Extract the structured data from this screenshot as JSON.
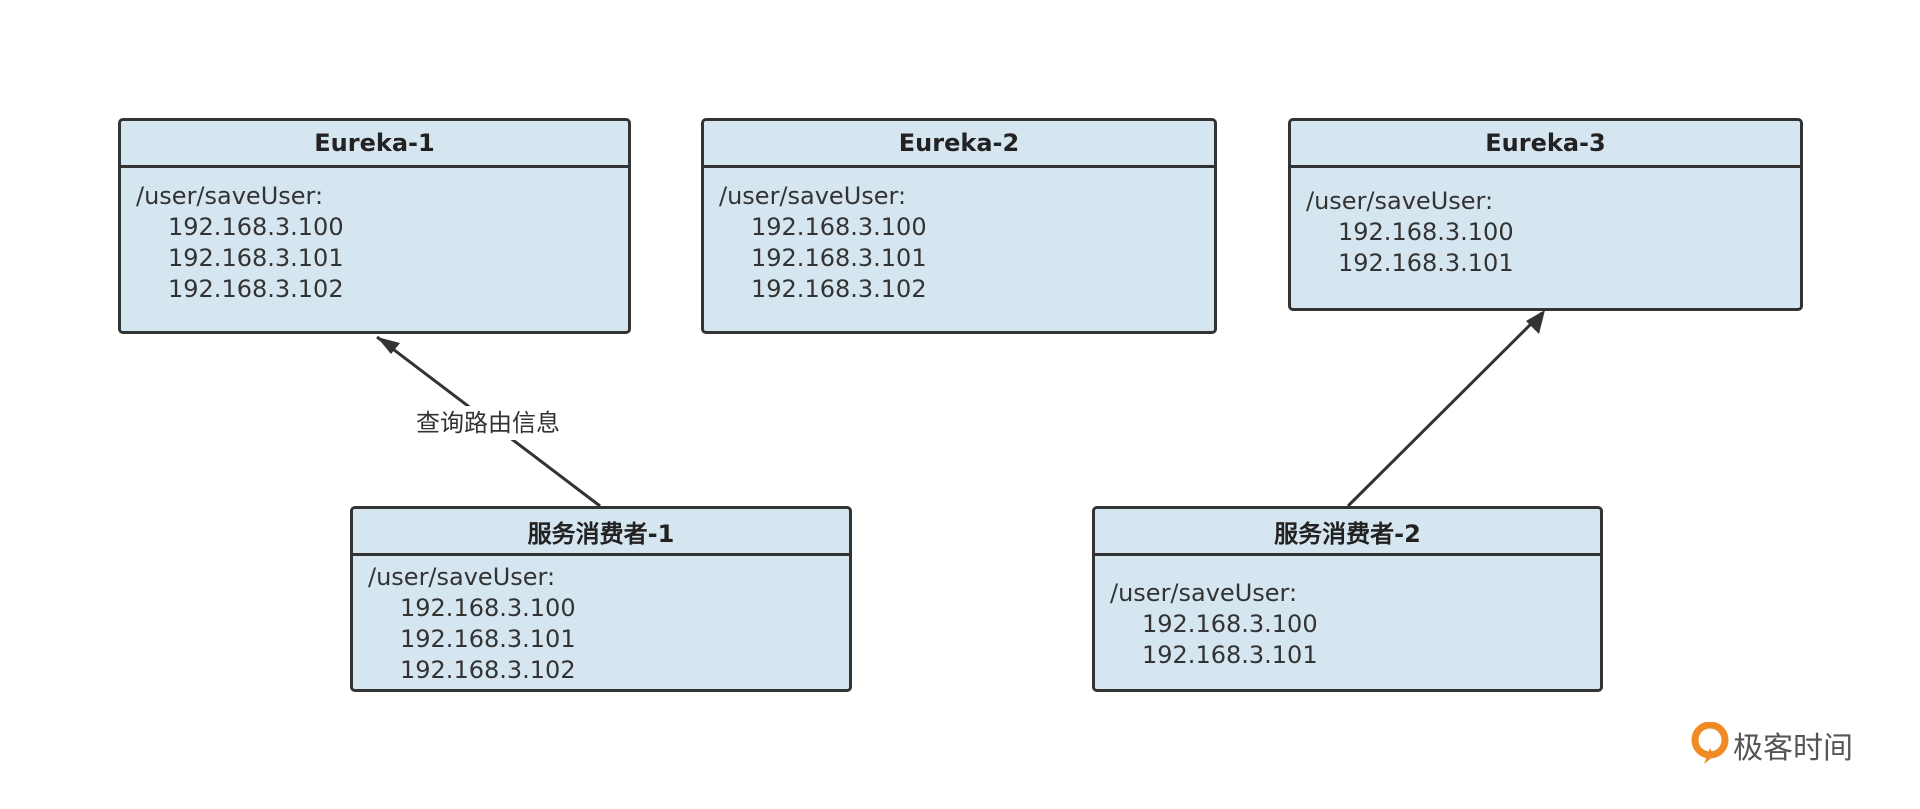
{
  "colors": {
    "node_fill": "#d6e6f0",
    "node_border": "#333333",
    "logo_orange": "#f08a24"
  },
  "nodes": {
    "eureka_1": {
      "title": "Eureka-1",
      "path": "/user/saveUser:",
      "ips": [
        "192.168.3.100",
        "192.168.3.101",
        "192.168.3.102"
      ]
    },
    "eureka_2": {
      "title": "Eureka-2",
      "path": "/user/saveUser:",
      "ips": [
        "192.168.3.100",
        "192.168.3.101",
        "192.168.3.102"
      ]
    },
    "eureka_3": {
      "title": "Eureka-3",
      "path": "/user/saveUser:",
      "ips": [
        "192.168.3.100",
        "192.168.3.101"
      ]
    },
    "consumer_1": {
      "title": "服务消费者-1",
      "path": "/user/saveUser:",
      "ips": [
        "192.168.3.100",
        "192.168.3.101",
        "192.168.3.102"
      ]
    },
    "consumer_2": {
      "title": "服务消费者-2",
      "path": "/user/saveUser:",
      "ips": [
        "192.168.3.100",
        "192.168.3.101"
      ]
    }
  },
  "edges": [
    {
      "from": "consumer_1",
      "to": "eureka_1",
      "label": "查询路由信息"
    },
    {
      "from": "consumer_2",
      "to": "eureka_3",
      "label": ""
    }
  ],
  "watermark": {
    "text": "极客时间",
    "icon": "geektime-logo-icon"
  }
}
